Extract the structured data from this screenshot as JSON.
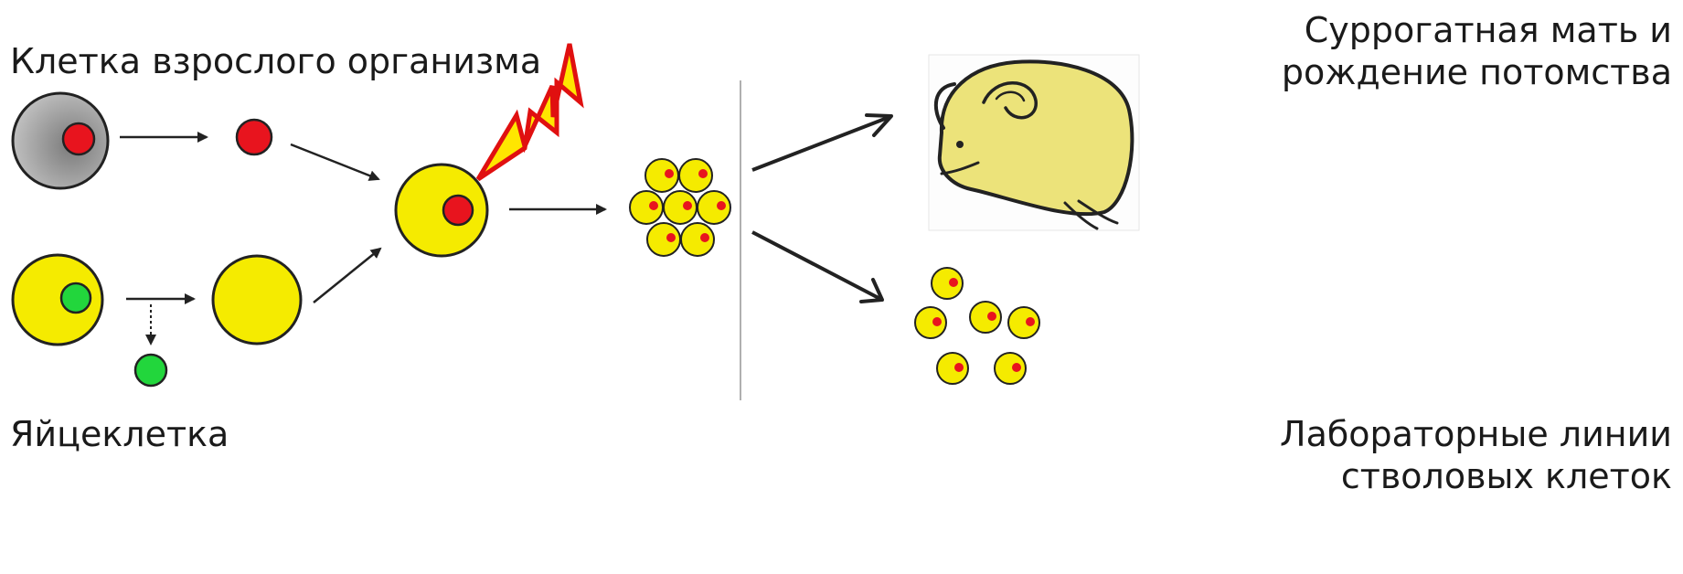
{
  "labels": {
    "adult_cell": "Клетка взрослого организма",
    "egg_cell": "Яйцеклетка",
    "surrogate_line1": "Суррогатная мать и",
    "surrogate_line2": "рождение потомства",
    "stem_line1": "Лабораторные линии",
    "stem_line2": "стволовых клеток"
  },
  "colors": {
    "cell_yellow": "#f5eb00",
    "nucleus_red": "#e8141e",
    "nucleus_green": "#22d63c",
    "adult_cell_grey": "#a8a8a8",
    "spark_yellow": "#ffe600",
    "spark_red": "#e01010",
    "mouse_fill": "#ece37a",
    "stroke": "#222222"
  },
  "icons": {
    "spark": "lightning-bolt-icon",
    "mouse": "mouse-drawing-icon"
  }
}
